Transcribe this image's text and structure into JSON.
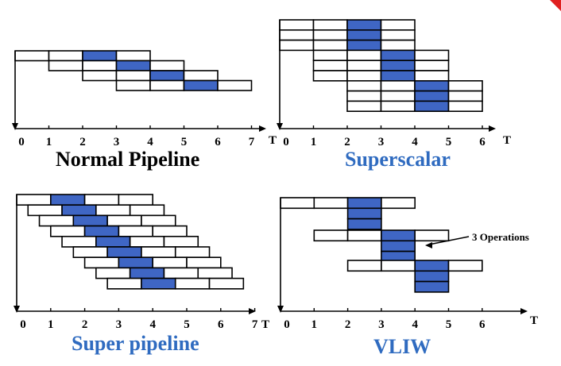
{
  "colors": {
    "highlight": "#3f66c4",
    "box_fill": "#ffffff",
    "stroke": "#000000",
    "title_blue": "#2f6bc0",
    "title_black": "#000000"
  },
  "panels": {
    "normal": {
      "title": "Normal Pipeline",
      "axis_label": "T",
      "ticks": [
        "0",
        "1",
        "2",
        "3",
        "4",
        "5",
        "6",
        "7"
      ],
      "rows": [
        {
          "start": 0,
          "width": 1,
          "stages": 4
        },
        {
          "start": 1,
          "width": 1,
          "stages": 4
        },
        {
          "start": 2,
          "width": 1,
          "stages": 4
        },
        {
          "start": 3,
          "width": 1,
          "stages": 4
        }
      ],
      "highlight_stage": 2
    },
    "superscalar": {
      "title": "Superscalar",
      "axis_label": "T",
      "ticks": [
        "0",
        "1",
        "2",
        "3",
        "4",
        "5",
        "6"
      ],
      "rows": [
        {
          "start": 0,
          "width": 1,
          "stages": 4
        },
        {
          "start": 0,
          "width": 1,
          "stages": 4
        },
        {
          "start": 0,
          "width": 1,
          "stages": 4
        },
        {
          "start": 1,
          "width": 1,
          "stages": 4
        },
        {
          "start": 1,
          "width": 1,
          "stages": 4
        },
        {
          "start": 1,
          "width": 1,
          "stages": 4
        },
        {
          "start": 2,
          "width": 1,
          "stages": 4
        },
        {
          "start": 2,
          "width": 1,
          "stages": 4
        },
        {
          "start": 2,
          "width": 1,
          "stages": 4
        }
      ],
      "highlight_stage": 2
    },
    "superpipeline": {
      "title": "Super pipeline",
      "axis_label": "T",
      "ticks": [
        "0",
        "1",
        "2",
        "3",
        "4",
        "5",
        "6",
        "7"
      ],
      "rows": [
        {
          "start": 0,
          "width": 1,
          "stages": 4
        },
        {
          "start": 0.333,
          "width": 1,
          "stages": 4
        },
        {
          "start": 0.667,
          "width": 1,
          "stages": 4
        },
        {
          "start": 1,
          "width": 1,
          "stages": 4
        },
        {
          "start": 1.333,
          "width": 1,
          "stages": 4
        },
        {
          "start": 1.667,
          "width": 1,
          "stages": 4
        },
        {
          "start": 2,
          "width": 1,
          "stages": 4
        },
        {
          "start": 2.333,
          "width": 1,
          "stages": 4
        },
        {
          "start": 2.667,
          "width": 1,
          "stages": 4
        }
      ],
      "highlight_stage": 1
    },
    "vliw": {
      "title": "VLIW",
      "axis_label": "T",
      "ticks": [
        "0",
        "1",
        "2",
        "3",
        "4",
        "5",
        "6"
      ],
      "annotation": "3 Operations",
      "groups": [
        {
          "start": 0,
          "ops": 3
        },
        {
          "start": 1,
          "ops": 3
        },
        {
          "start": 2,
          "ops": 3
        }
      ]
    }
  }
}
